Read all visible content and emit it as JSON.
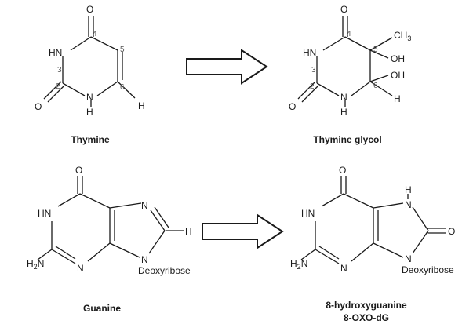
{
  "thymine": {
    "name": "Thymine",
    "atoms": {
      "o4": "O",
      "hn3": "HN",
      "o2": "O",
      "n1": "N",
      "h1": "H",
      "h6": "H"
    },
    "numbers": {
      "n4": "4",
      "n5": "5",
      "n6": "6",
      "n3": "3",
      "n2": "2"
    }
  },
  "thymine_glycol": {
    "name": "Thymine glycol",
    "atoms": {
      "o4": "O",
      "hn3": "HN",
      "o2": "O",
      "n1": "N",
      "h1": "H",
      "ch3": "CH",
      "ch3_sub": "3",
      "oh5": "OH",
      "oh6": "OH",
      "h6": "H"
    },
    "numbers": {
      "n4": "4",
      "n5": "5",
      "n6": "6",
      "n3": "3",
      "n2": "2"
    }
  },
  "guanine": {
    "name": "Guanine",
    "atoms": {
      "o6": "O",
      "hn1": "HN",
      "h2n": "H",
      "h2n_sub": "2",
      "h2n_n": "N",
      "n3": "N",
      "n7": "N",
      "h8": "H",
      "n9": "N",
      "sugar": "Deoxyribose"
    }
  },
  "oxo_dg": {
    "name_line1": "8-hydroxyguanine",
    "name_line2": "8-OXO-dG",
    "atoms": {
      "o6": "O",
      "hn1": "HN",
      "h2n": "H",
      "h2n_sub": "2",
      "h2n_n": "N",
      "n3": "N",
      "h7": "H",
      "n7": "N",
      "o8": "O",
      "n9": "N",
      "sugar": "Deoxyribose"
    }
  }
}
